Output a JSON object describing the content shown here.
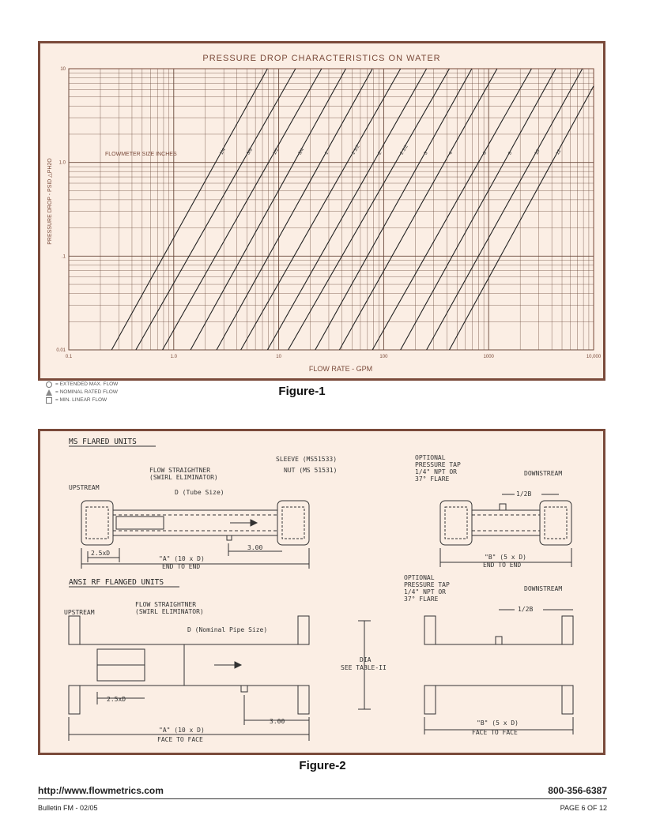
{
  "figure1": {
    "caption": "Figure-1",
    "chart_data": {
      "type": "line",
      "title": "PRESSURE DROP CHARACTERISTICS ON WATER",
      "xlabel": "FLOW RATE - GPM",
      "ylabel": "PRESSURE DROP - PSID △PH2O",
      "xscale": "log",
      "yscale": "log",
      "xlim": [
        0.1,
        10000
      ],
      "ylim": [
        0.01,
        10
      ],
      "x_ticks": [
        "0.1",
        "1.0",
        "10",
        "100",
        "1000",
        "10,000"
      ],
      "y_ticks": [
        "0.01",
        ".1",
        "1.0",
        "10"
      ],
      "annotation": "FLOWMETER SIZE INCHES",
      "series": [
        {
          "name": "1/4",
          "x": [
            0.8,
            2.5
          ],
          "y": [
            0.1,
            1
          ]
        },
        {
          "name": "3/8",
          "x": [
            1.4,
            4.5
          ],
          "y": [
            0.1,
            1
          ]
        },
        {
          "name": "1/2",
          "x": [
            2.5,
            8
          ],
          "y": [
            0.1,
            1
          ]
        },
        {
          "name": "3/4",
          "x": [
            4.5,
            14
          ],
          "y": [
            0.1,
            1
          ]
        },
        {
          "name": "1",
          "x": [
            8,
            25
          ],
          "y": [
            0.1,
            1
          ]
        },
        {
          "name": "1 1/2",
          "x": [
            14,
            45
          ],
          "y": [
            0.1,
            1
          ]
        },
        {
          "name": "2",
          "x": [
            25,
            80
          ],
          "y": [
            0.1,
            1
          ]
        },
        {
          "name": "2 1/2",
          "x": [
            40,
            130
          ],
          "y": [
            0.1,
            1
          ]
        },
        {
          "name": "3",
          "x": [
            70,
            220
          ],
          "y": [
            0.1,
            1
          ]
        },
        {
          "name": "4",
          "x": [
            120,
            380
          ],
          "y": [
            0.1,
            1
          ]
        },
        {
          "name": "6",
          "x": [
            250,
            800
          ],
          "y": [
            0.1,
            1
          ]
        },
        {
          "name": "8",
          "x": [
            450,
            1400
          ],
          "y": [
            0.1,
            1
          ]
        },
        {
          "name": "10",
          "x": [
            800,
            2500
          ],
          "y": [
            0.1,
            1
          ]
        },
        {
          "name": "12",
          "x": [
            1300,
            4000
          ],
          "y": [
            0.1,
            1
          ]
        }
      ]
    },
    "legend": [
      {
        "icon": "circle-dot-icon",
        "label": "= EXTENDED MAX. FLOW"
      },
      {
        "icon": "triangle-icon",
        "label": "= NOMINAL RATED FLOW"
      },
      {
        "icon": "square-icon",
        "label": "= MIN. LINEAR FLOW"
      }
    ]
  },
  "figure2": {
    "caption": "Figure-2",
    "ms_section": {
      "title": "MS FLARED UNITS",
      "upstream": "UPSTREAM",
      "downstream": "DOWNSTREAM",
      "flow_straightner_1": "FLOW STRAIGHTNER",
      "flow_straightner_2": "(SWIRL ELIMINATOR)",
      "sleeve": "SLEEVE (MS51533)",
      "nut": "NUT (MS 51531)",
      "d_label": "D (Tube Size)",
      "dim_25": "2.5xD",
      "dim_300": "3.00",
      "a_1": "\"A\" (10 x D)",
      "a_2": "END TO END",
      "tap_1": "OPTIONAL",
      "tap_2": "PRESSURE TAP",
      "tap_3": "1/4\" NPT OR",
      "tap_4": "37° FLARE",
      "half_b": "1/2B",
      "b_1": "\"B\" (5 x D)",
      "b_2": "END TO END"
    },
    "ansi_section": {
      "title": "ANSI RF FLANGED UNITS",
      "upstream": "UPSTREAM",
      "downstream": "DOWNSTREAM",
      "flow_straightner_1": "FLOW STRAIGHTNER",
      "flow_straightner_2": "(SWIRL ELIMINATOR)",
      "d_label": "D (Nominal Pipe Size)",
      "dia_1": "DIA",
      "dia_2": "SEE TABLE-II",
      "dim_25": "2.5xD",
      "dim_300": "3.00",
      "a_1": "\"A\" (10 x D)",
      "a_2": "FACE TO FACE",
      "tap_1": "OPTIONAL",
      "tap_2": "PRESSURE TAP",
      "tap_3": "1/4\" NPT OR",
      "tap_4": "37° FLARE",
      "half_b": "1/2B",
      "b_1": "\"B\" (5 x D)",
      "b_2": "FACE TO FACE"
    }
  },
  "footer": {
    "url": "http://www.flowmetrics.com",
    "phone": "800-356-6387",
    "bulletin": "Bulletin FM - 02/05",
    "page": "PAGE 6 OF 12"
  }
}
